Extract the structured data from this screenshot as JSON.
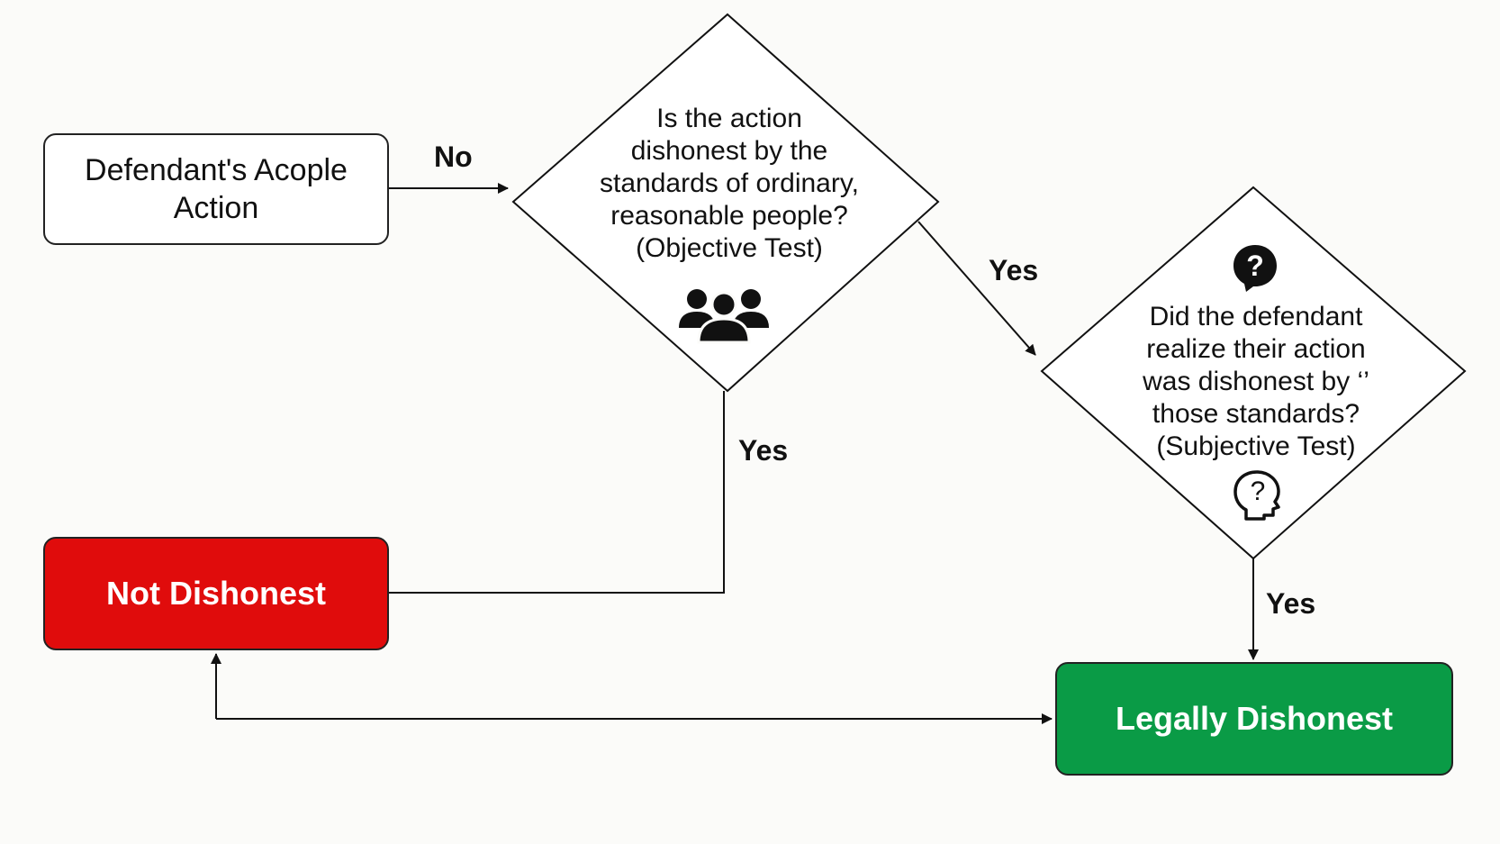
{
  "colors": {
    "not_dishonest_bg": "#e00c0c",
    "legally_dishonest_bg": "#0a9b46",
    "line": "#111111"
  },
  "nodes": {
    "start": {
      "label": "Defendant's Acople\nAction"
    },
    "objective_test": {
      "text": "Is the action\ndishonest by the\nstandards of ordinary,\nreasonable people?\n(Objective Test)",
      "icon": "people-group-icon"
    },
    "subjective_test": {
      "text": "Did the defendant\nrealize their action\nwas dishonest by ‘’\nthose standards?\n(Subjective Test)",
      "icons": [
        "question-circle-icon",
        "head-question-icon"
      ]
    },
    "not_dishonest": {
      "label": "Not Dishonest"
    },
    "legally_dishonest": {
      "label": "Legally Dishonest"
    }
  },
  "edges": {
    "start_to_objective": {
      "label": "No"
    },
    "objective_to_subjective": {
      "label": "Yes"
    },
    "objective_to_not_dishonest": {
      "label": "Yes"
    },
    "subjective_to_legally_dishonest": {
      "label": "Yes"
    }
  }
}
